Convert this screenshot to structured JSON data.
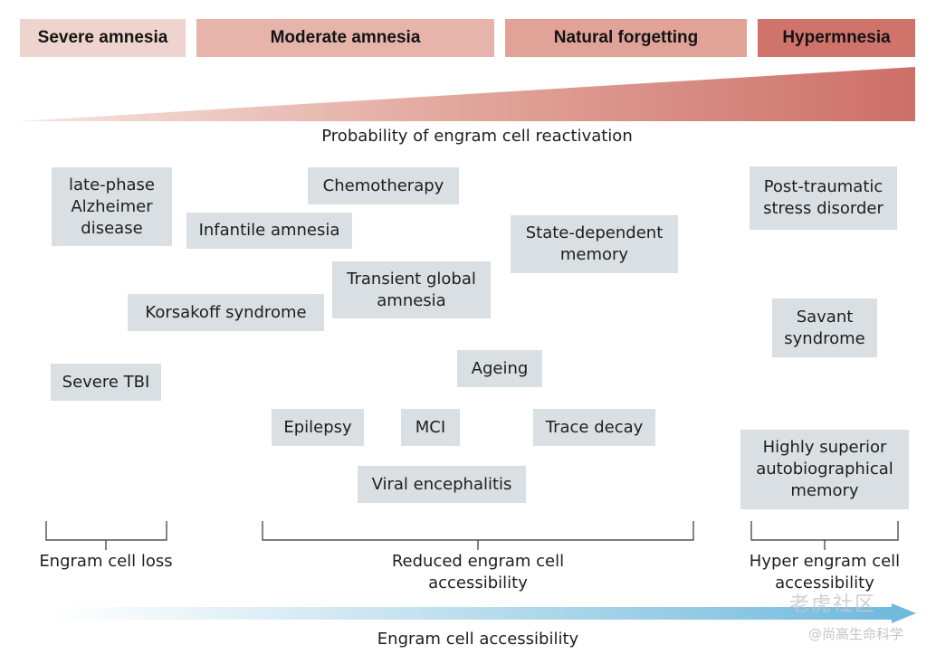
{
  "header_categories": [
    {
      "label": "Severe amnesia",
      "color": "#efd3ce"
    },
    {
      "label": "Moderate amnesia",
      "color": "#e6b4ab"
    },
    {
      "label": "Natural forgetting",
      "color": "#e1a398"
    },
    {
      "label": "Hypermnesia",
      "color": "#d0736b"
    }
  ],
  "wedge": {
    "label": "Probability of engram cell reactivation",
    "color_start": "#f3dcd7",
    "color_end": "#cd6f68"
  },
  "conditions": {
    "late_phase_alzheimer": "late-phase\nAlzheimer\ndisease",
    "chemotherapy": "Chemotherapy",
    "infantile_amnesia": "Infantile amnesia",
    "state_dependent_memory": "State-dependent\nmemory",
    "ptsd": "Post-traumatic\nstress disorder",
    "transient_global_amnesia": "Transient global\namnesia",
    "korsakoff_syndrome": "Korsakoff syndrome",
    "savant_syndrome": "Savant\nsyndrome",
    "ageing": "Ageing",
    "severe_tbi": "Severe TBI",
    "epilepsy": "Epilepsy",
    "mci": "MCI",
    "trace_decay": "Trace decay",
    "highly_superior_autobiographical_memory": "Highly superior\nautobiographical\nmemory",
    "viral_encephalitis": "Viral encephalitis"
  },
  "groups": {
    "engram_cell_loss": "Engram cell loss",
    "reduced_accessibility": "Reduced engram cell\naccessibility",
    "hyper_accessibility": "Hyper engram cell\naccessibility"
  },
  "arrow": {
    "label": "Engram cell accessibility",
    "color_start": "#ffffff",
    "color_end": "#6db9dc"
  },
  "watermark": {
    "line1": "老虎社区",
    "line2": "@尚高生命科学"
  }
}
